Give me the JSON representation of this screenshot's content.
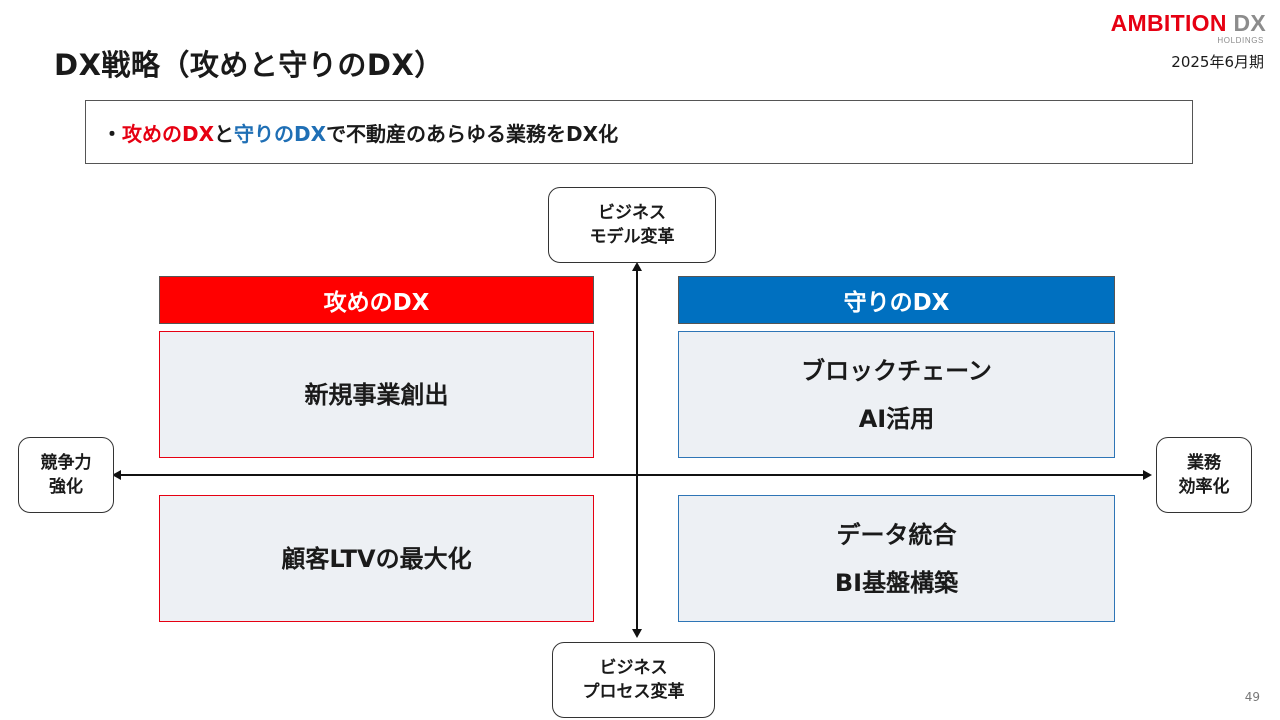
{
  "header": {
    "title": "DX戦略（攻めと守りのDX）",
    "logo_main": "AMBITION",
    "logo_dx": "DX",
    "logo_sub": "HOLDINGS",
    "period": "2025年6月期"
  },
  "summary": {
    "bullet": "・",
    "attack_text": "攻めのDX",
    "connector": "と",
    "defense_text": "守りのDX",
    "rest": "で不動産のあらゆる業務をDX化"
  },
  "axes": {
    "top": [
      "ビジネス",
      "モデル変革"
    ],
    "bottom": [
      "ビジネス",
      "プロセス変革"
    ],
    "left": [
      "競争力",
      "強化"
    ],
    "right": [
      "業務",
      "効率化"
    ]
  },
  "columns": {
    "attack": "攻めのDX",
    "defense": "守りのDX"
  },
  "quadrants": {
    "attack_top": [
      "新規事業創出"
    ],
    "defense_top": [
      "ブロックチェーン",
      "AI活用"
    ],
    "attack_bottom": [
      "顧客LTVの最大化"
    ],
    "defense_bottom": [
      "データ統合",
      "BI基盤構築"
    ]
  },
  "colors": {
    "attack": "#ff0000",
    "defense": "#0070c0",
    "quadrant_fill": "#edf0f4"
  },
  "page_number": "49"
}
